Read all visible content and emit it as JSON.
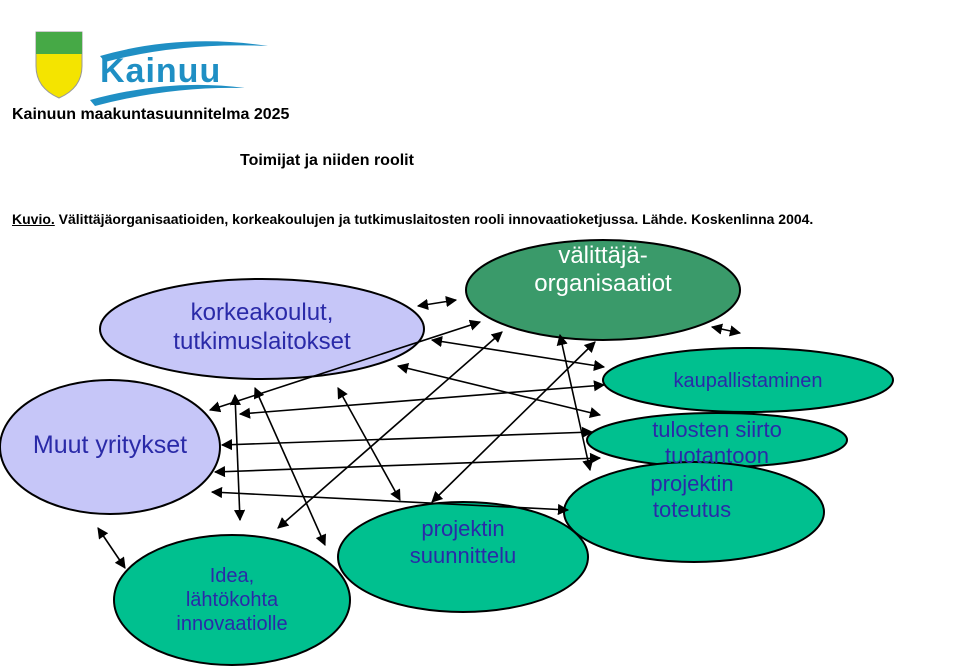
{
  "logo": {
    "text": "Kainuu"
  },
  "doc_title": "Kainuun maakuntasuunnitelma 2025",
  "section_title": "Toimijat ja niiden roolit",
  "caption": {
    "lead": "Kuvio.",
    "text": " Välittäjäorganisaatioiden, korkeakoulujen ja tutkimuslaitosten rooli innovaatioketjussa. Lähde. Koskenlinna 2004."
  },
  "nodes": {
    "valittaja": {
      "line1": "välittäjä-",
      "line2": "organisaatiot"
    },
    "korkeakoulut": {
      "line1": "korkeakoulut,",
      "line2": "tutkimuslaitokset"
    },
    "muut": {
      "line1": "Muut yritykset"
    },
    "kaupallistaminen": {
      "line1": "kaupallistaminen"
    },
    "tulosten": {
      "line1": "tulosten siirto",
      "line2": "tuotantoon"
    },
    "toteutus": {
      "line1": "projektin",
      "line2": "toteutus"
    },
    "suunnittelu": {
      "line1": "projektin",
      "line2": "suunnittelu"
    },
    "idea": {
      "line1": "Idea,",
      "line2": "lähtökohta",
      "line3": "innovaatiolle"
    }
  },
  "colors": {
    "teal": "#00c08f",
    "dark_green": "#3a9a6a",
    "lavender": "#c6c6f8",
    "text_blue": "#2a2aa8",
    "logo_blue": "#1f8fc4",
    "logo_yellow": "#f4e400",
    "logo_green": "#46a946"
  }
}
